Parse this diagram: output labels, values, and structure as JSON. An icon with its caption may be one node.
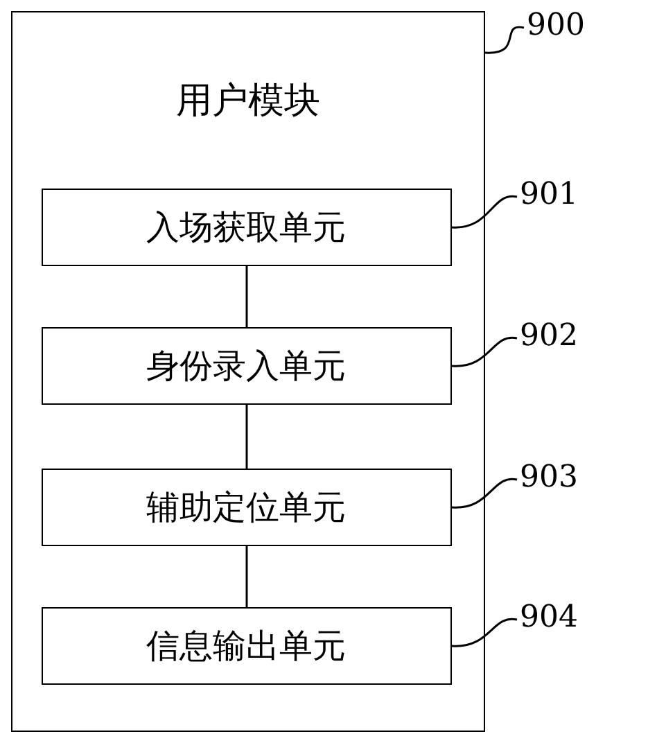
{
  "diagram": {
    "nodes": [
      {
        "text": [
          "用户模块"
        ]
      },
      {
        "text": [
          "入场获取单元"
        ],
        "in": 0
      },
      {
        "text": [
          "身份录入单元"
        ],
        "in": 0
      },
      {
        "text": [
          "辅助定位单元"
        ],
        "in": 0
      },
      {
        "text": [
          "信息输出单元"
        ],
        "in": 0
      },
      {
        "text": [
          "900"
        ]
      },
      {
        "text": [
          "901"
        ]
      },
      {
        "text": [
          "902"
        ]
      },
      {
        "text": [
          "903"
        ]
      },
      {
        "text": [
          "904"
        ]
      }
    ],
    "edges": [
      {
        "from": 1,
        "to": 2,
        "arrow": "none"
      },
      {
        "from": 2,
        "to": 3,
        "arrow": "none"
      },
      {
        "from": 3,
        "to": 4,
        "arrow": "none"
      },
      {
        "from": 5,
        "to": 0,
        "arrow": "none"
      },
      {
        "from": 6,
        "to": 1,
        "arrow": "none"
      },
      {
        "from": 7,
        "to": 2,
        "arrow": "none"
      },
      {
        "from": 8,
        "to": 3,
        "arrow": "none"
      },
      {
        "from": 9,
        "to": 4,
        "arrow": "none"
      }
    ]
  }
}
